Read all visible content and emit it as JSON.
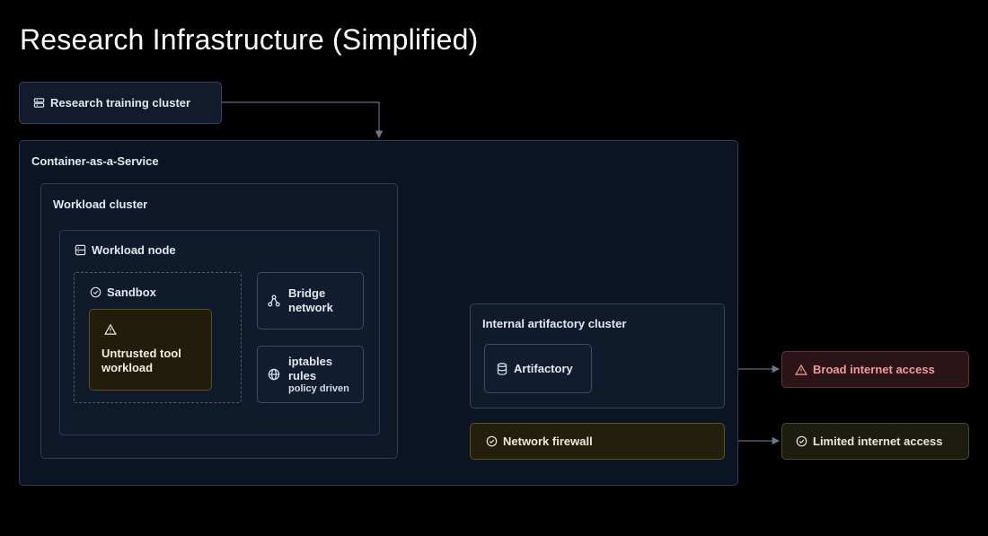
{
  "title": "Research Infrastructure (Simplified)",
  "nodes": {
    "research_cluster": {
      "label": "Research training cluster",
      "icon": "server-icon"
    },
    "caas": {
      "label": "Container-as-a-Service"
    },
    "workload_cluster": {
      "label": "Workload cluster"
    },
    "workload_node": {
      "label": "Workload node",
      "icon": "node-icon"
    },
    "sandbox": {
      "label": "Sandbox",
      "icon": "shield-check-icon"
    },
    "untrusted": {
      "line1": "Untrusted tool",
      "line2": "workload",
      "icon": "warning-icon"
    },
    "bridge": {
      "line1": "Bridge",
      "line2": "network",
      "icon": "network-icon"
    },
    "iptables": {
      "line1": "iptables",
      "line2": "rules",
      "sub": "policy driven",
      "icon": "globe-icon"
    },
    "artifactory_cluster": {
      "label": "Internal artifactory cluster"
    },
    "artifactory": {
      "label": "Artifactory",
      "icon": "database-icon"
    },
    "firewall": {
      "label": "Network firewall",
      "icon": "shield-check-icon"
    },
    "broad_internet": {
      "label": "Broad internet access",
      "icon": "warning-icon"
    },
    "limited_internet": {
      "label": "Limited internet access",
      "icon": "shield-check-icon"
    }
  },
  "colors": {
    "background": "#000000",
    "box_border": "#2c3d55",
    "wire": "#5f6e84",
    "warning_text": "#f08a8a",
    "firewall_text": "#e8e6d8"
  }
}
